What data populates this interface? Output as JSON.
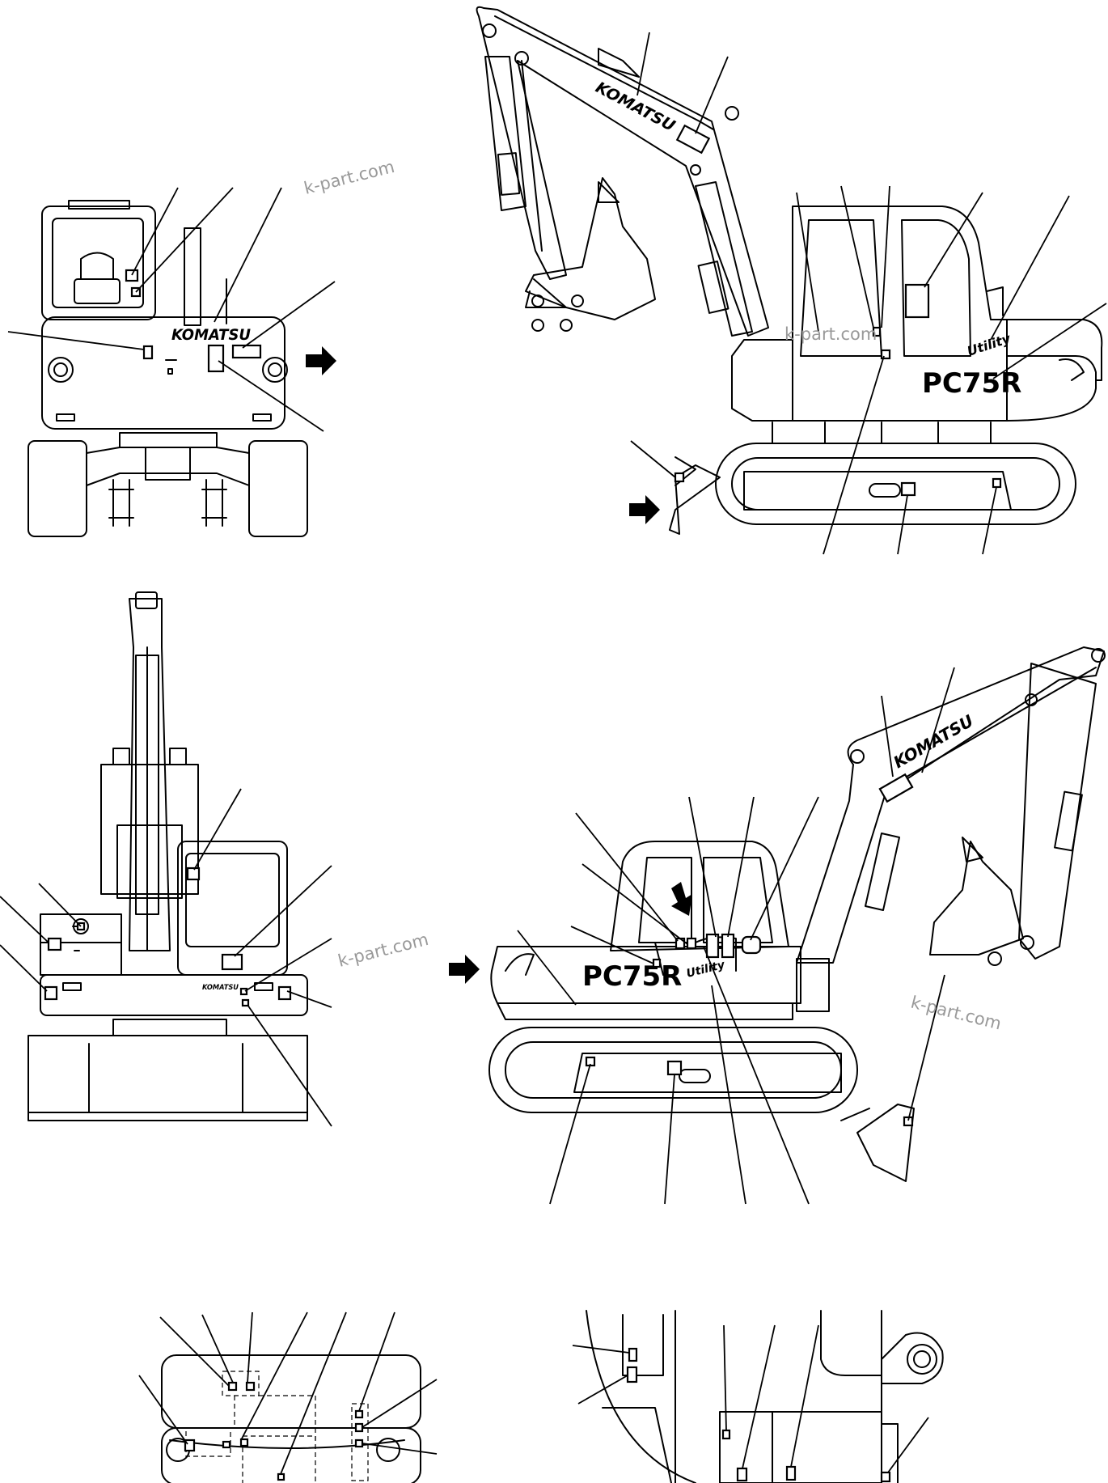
{
  "brand": "KOMATSU",
  "model": "PC75R",
  "model_prefix": "PC",
  "model_number": "75R",
  "badge": "Utility",
  "watermark": "k-part.com",
  "colors": {
    "line": "#000000",
    "watermark": "#999999",
    "background": "#ffffff"
  },
  "views": [
    {
      "id": "rear-view",
      "icon": "arrow-right-icon"
    },
    {
      "id": "left-side-view",
      "icon": "arrow-right-icon"
    },
    {
      "id": "front-view"
    },
    {
      "id": "right-side-view",
      "icon": "arrow-right-icon"
    },
    {
      "id": "top-view-detail"
    },
    {
      "id": "cab-detail"
    }
  ]
}
